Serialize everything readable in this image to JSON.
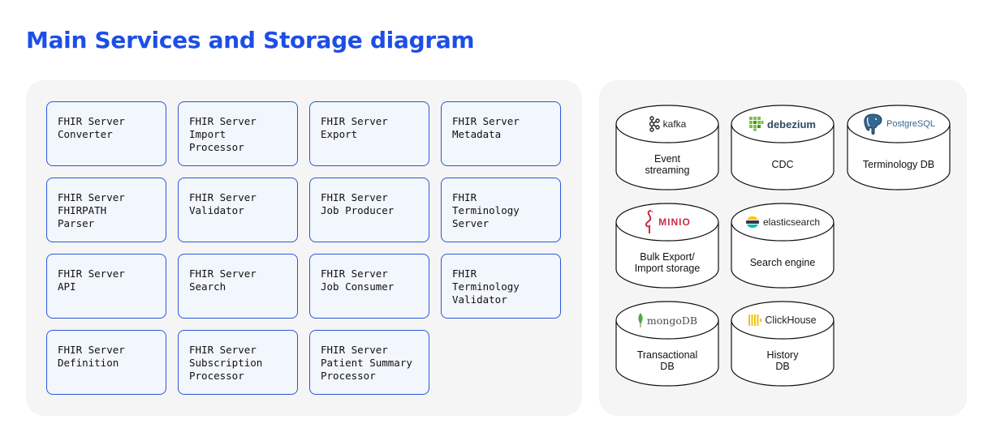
{
  "title": "Main Services and Storage diagram",
  "services": [
    "FHIR Server\nConverter",
    "FHIR Server\nImport\nProcessor",
    "FHIR Server\nExport",
    "FHIR Server\nMetadata",
    "FHIR Server\nFHIRPATH\nParser",
    "FHIR Server\nValidator",
    "FHIR Server\nJob Producer",
    "FHIR\nTerminology\nServer",
    "FHIR Server\nAPI",
    "FHIR Server\nSearch",
    "FHIR Server\nJob Consumer",
    "FHIR\nTerminology\nValidator",
    "FHIR Server\nDefinition",
    "FHIR Server\nSubscription\nProcessor",
    "FHIR Server\nPatient Summary\nProcessor"
  ],
  "storage": [
    {
      "logo": "kafka",
      "icon": "kafka-icon",
      "label": "Event\nstreaming"
    },
    {
      "logo": "debezium",
      "icon": "debezium-icon",
      "label": "CDC"
    },
    {
      "logo": "PostgreSQL",
      "icon": "postgresql-elephant-icon",
      "label": "Terminology DB"
    },
    {
      "logo": "MINIO",
      "icon": "minio-flamingo-icon",
      "label": "Bulk Export/\nImport storage"
    },
    {
      "logo": "elasticsearch",
      "icon": "elasticsearch-icon",
      "label": "Search engine"
    },
    {
      "logo": "mongoDB",
      "icon": "mongodb-leaf-icon",
      "label": "Transactional\nDB"
    },
    {
      "logo": "ClickHouse",
      "icon": "clickhouse-bars-icon",
      "label": "History\nDB"
    }
  ],
  "colors": {
    "accent": "#1d4ee6",
    "box_border": "#2b57d8",
    "box_fill": "#f2f6fd",
    "panel": "#f5f5f5",
    "text": "#111111"
  }
}
